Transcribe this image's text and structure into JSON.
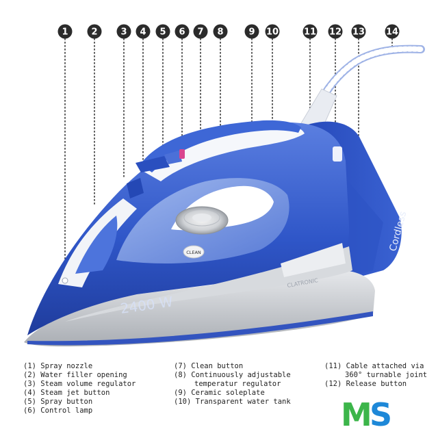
{
  "callouts": [
    "1",
    "2",
    "3",
    "4",
    "5",
    "6",
    "7",
    "8",
    "9",
    "10",
    "11",
    "12",
    "13",
    "14"
  ],
  "product_text": {
    "power": "2400 W",
    "side_label": "Cordless",
    "clean_button": "CLEAN",
    "brand": "CLATRONIC"
  },
  "legend": {
    "col1": [
      {
        "num": "(1)",
        "text": "Spray nozzle"
      },
      {
        "num": "(2)",
        "text": "Water filler opening"
      },
      {
        "num": "(3)",
        "text": "Steam volume regulator"
      },
      {
        "num": "(4)",
        "text": "Steam jet button"
      },
      {
        "num": "(5)",
        "text": "Spray button"
      },
      {
        "num": "(6)",
        "text": "Control lamp"
      }
    ],
    "col2": [
      {
        "num": "(7)",
        "text": "Clean button"
      },
      {
        "num": "(8)",
        "text": "Continuously adjustable",
        "text2": "temperatur regulator"
      },
      {
        "num": "(9)",
        "text": "Ceramic soleplate"
      },
      {
        "num": "(10)",
        "text": "Transparent water tank"
      }
    ],
    "col3": [
      {
        "num": "(11)",
        "text": "Cable attached via",
        "text2": "360° turnable joint"
      },
      {
        "num": "(12)",
        "text": "Release button"
      }
    ]
  },
  "logo": {
    "letters": "MS",
    "color_m": "#3cb54a",
    "color_s": "#1e88d8"
  },
  "colors": {
    "iron_blue": "#2f56c8",
    "iron_dark": "#1f3c9c",
    "iron_light": "#7d9be6",
    "badge": "#2b2b2b",
    "sole": "#c8cbd0"
  }
}
